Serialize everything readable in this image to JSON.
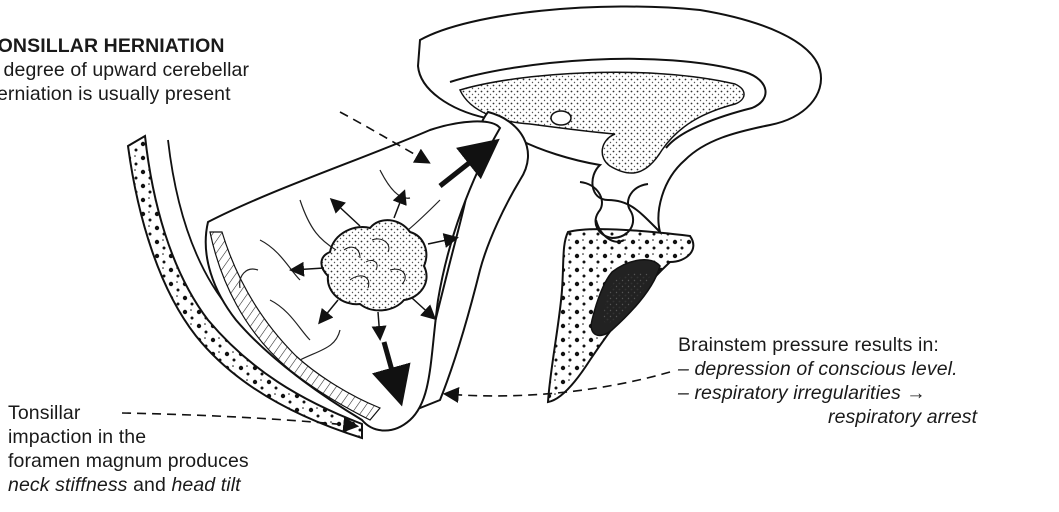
{
  "diagram": {
    "top_annotation": {
      "title": "TONSILLAR HERNIATION",
      "line1": "A degree of upward cerebellar",
      "line2": "herniation is usually present"
    },
    "brainstem_annotation": {
      "line1": "Brainstem pressure results in:",
      "line2": "– depression of conscious level.",
      "line3": "– respiratory irregularities →",
      "line4": "respiratory arrest"
    },
    "tonsillar_annotation": {
      "line1": "Tonsillar",
      "line2": "impaction in the",
      "line3": "foramen magnum produces",
      "emph1": "neck stiffness",
      "conj": "and",
      "emph2": "head tilt"
    }
  }
}
